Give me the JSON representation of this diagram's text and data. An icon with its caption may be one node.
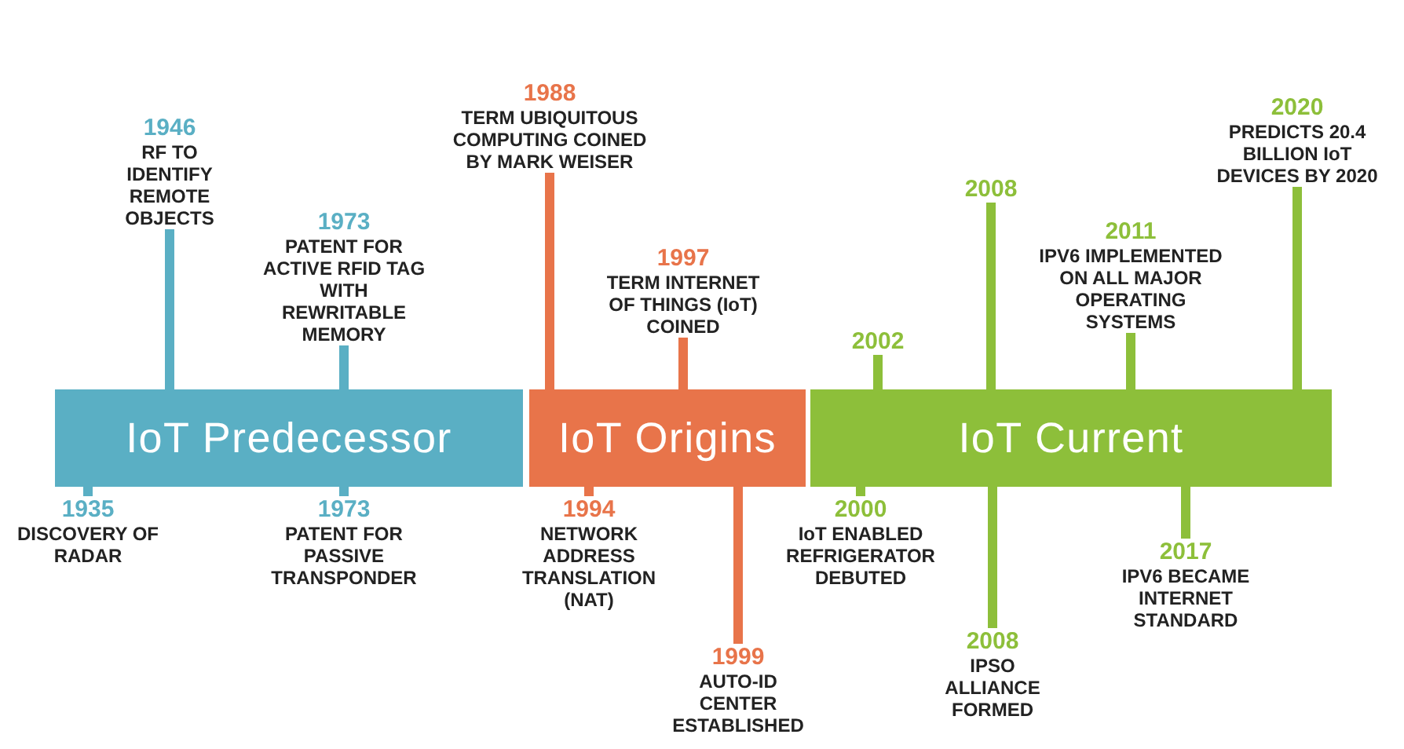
{
  "diagram": {
    "nodes": [
      {
        "text": [
          "IoT Predecessor"
        ]
      },
      {
        "text": [
          "IoT Origins"
        ]
      },
      {
        "text": [
          "IoT Current"
        ]
      },
      {
        "text": [
          "1946",
          "RF TO IDENTIFY REMOTE OBJECTS"
        ]
      },
      {
        "text": [
          "1973",
          "PATENT FOR ACTIVE RFID TAG WITH REWRITABLE MEMORY"
        ]
      },
      {
        "text": [
          "1988",
          "TERM UBIQUITOUS COMPUTING COINED BY MARK WEISER"
        ]
      },
      {
        "text": [
          "1997",
          "TERM INTERNET OF THINGS (IoT) COINED"
        ]
      },
      {
        "text": [
          "2002"
        ]
      },
      {
        "text": [
          "2008"
        ]
      },
      {
        "text": [
          "2011",
          "IPV6 IMPLEMENTED ON ALL MAJOR OPERATING SYSTEMS"
        ]
      },
      {
        "text": [
          "2020",
          "PREDICTS 20.4 BILLION IoT DEVICES BY 2020"
        ]
      },
      {
        "text": [
          "1935",
          "DISCOVERY OF RADAR"
        ]
      },
      {
        "text": [
          "1973",
          "PATENT FOR PASSIVE TRANSPONDER"
        ]
      },
      {
        "text": [
          "1994",
          "NETWORK ADDRESS TRANSLATION (NAT)"
        ]
      },
      {
        "text": [
          "1999",
          "AUTO-ID CENTER ESTABLISHED"
        ]
      },
      {
        "text": [
          "2000",
          "IoT ENABLED REFRIGERATOR DEBUTED"
        ]
      },
      {
        "text": [
          "2008",
          "IPSO ALLIANCE FORMED"
        ]
      },
      {
        "text": [
          "2017",
          "IPV6 BECAME INTERNET STANDARD"
        ]
      }
    ],
    "edges": [
      {
        "from": 3,
        "to": 0,
        "arrow": "none",
        "color": "#5aafc4"
      },
      {
        "from": 4,
        "to": 0,
        "arrow": "none",
        "color": "#5aafc4"
      },
      {
        "from": 5,
        "to": 1,
        "arrow": "none",
        "color": "#e8744a"
      },
      {
        "from": 6,
        "to": 1,
        "arrow": "none",
        "color": "#e8744a"
      },
      {
        "from": 7,
        "to": 2,
        "arrow": "none"
      },
      {
        "from": 8,
        "to": 2,
        "arrow": "none"
      },
      {
        "from": 9,
        "to": 2,
        "arrow": "none"
      },
      {
        "from": 10,
        "to": 2,
        "arrow": "none"
      },
      {
        "from": 11,
        "to": 0,
        "arrow": "none",
        "color": "#5aafc4"
      },
      {
        "from": 12,
        "to": 0,
        "arrow": "none",
        "color": "#5aafc4"
      },
      {
        "from": 13,
        "to": 1,
        "arrow": "none",
        "color": "#e8744a"
      },
      {
        "from": 14,
        "to": 1,
        "arrow": "none",
        "color": "#e8744a"
      },
      {
        "from": 15,
        "to": 2,
        "arrow": "none"
      },
      {
        "from": 16,
        "to": 2,
        "arrow": "none"
      },
      {
        "from": 17,
        "to": 2,
        "arrow": "none"
      }
    ]
  }
}
